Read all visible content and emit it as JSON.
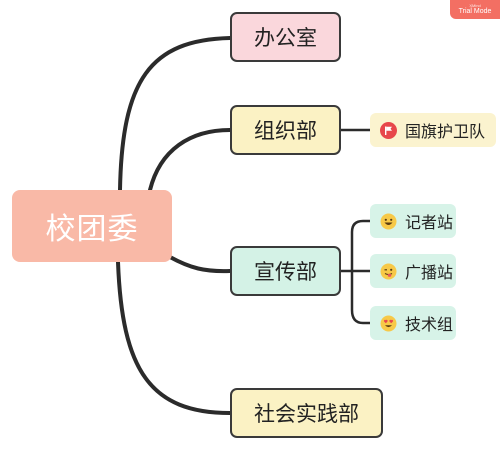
{
  "watermark": {
    "brand": "XMind",
    "label": "Trial Mode"
  },
  "root": {
    "label": "校团委"
  },
  "branches": [
    {
      "label": "办公室",
      "color": "#fad7dc"
    },
    {
      "label": "组织部",
      "color": "#fbf2c4",
      "children": [
        {
          "label": "国旗护卫队",
          "icon": "flag-icon"
        }
      ]
    },
    {
      "label": "宣传部",
      "color": "#d4f2e6",
      "children": [
        {
          "label": "记者站",
          "icon": "smiling-face-icon"
        },
        {
          "label": "广播站",
          "icon": "winking-tongue-face-icon"
        },
        {
          "label": "技术组",
          "icon": "heart-eyes-face-icon"
        }
      ]
    },
    {
      "label": "社会实践部",
      "color": "#fbf2c4"
    }
  ],
  "colors": {
    "line": "#2b2b2b",
    "root": "#f9b9a7",
    "flag": "#e7474b"
  }
}
